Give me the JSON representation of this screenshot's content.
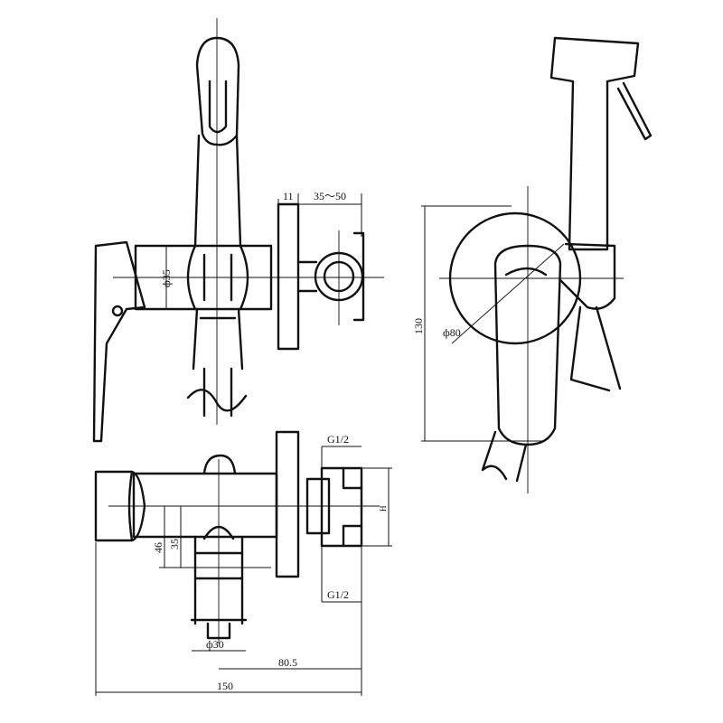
{
  "colors": {
    "line": "#111111",
    "background": "#ffffff"
  },
  "dimensions": {
    "d11": "11",
    "d35_50": "35～50",
    "d_phi35": "ф35",
    "d130": "130",
    "d_phi80": "ф80",
    "g12_top": "G1/2",
    "g12_bottom": "G1/2",
    "d_side": "H",
    "d46": "46",
    "d35": "35",
    "d_phi30": "ф30",
    "d80_5": "80.5",
    "d150": "150"
  }
}
